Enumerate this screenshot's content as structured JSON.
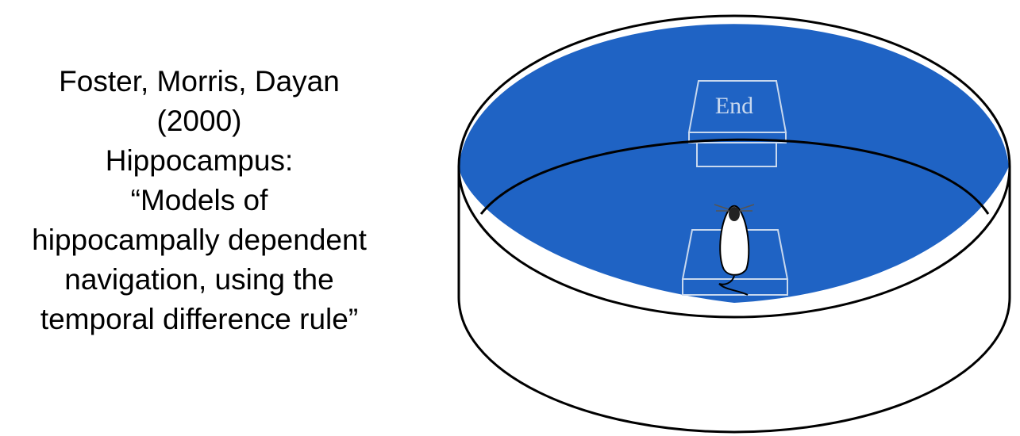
{
  "citation": {
    "authors": "Foster, Morris, Dayan",
    "year": "(2000)",
    "journal": "Hippocampus:",
    "title_lines": [
      "“Models of",
      "hippocampally dependent",
      "navigation, using the",
      "temporal difference rule”"
    ]
  },
  "diagram": {
    "goal_label": "End",
    "water_color": "#1f63c4",
    "outline_color": "#000000",
    "platform_color": "#c8d8ee"
  }
}
